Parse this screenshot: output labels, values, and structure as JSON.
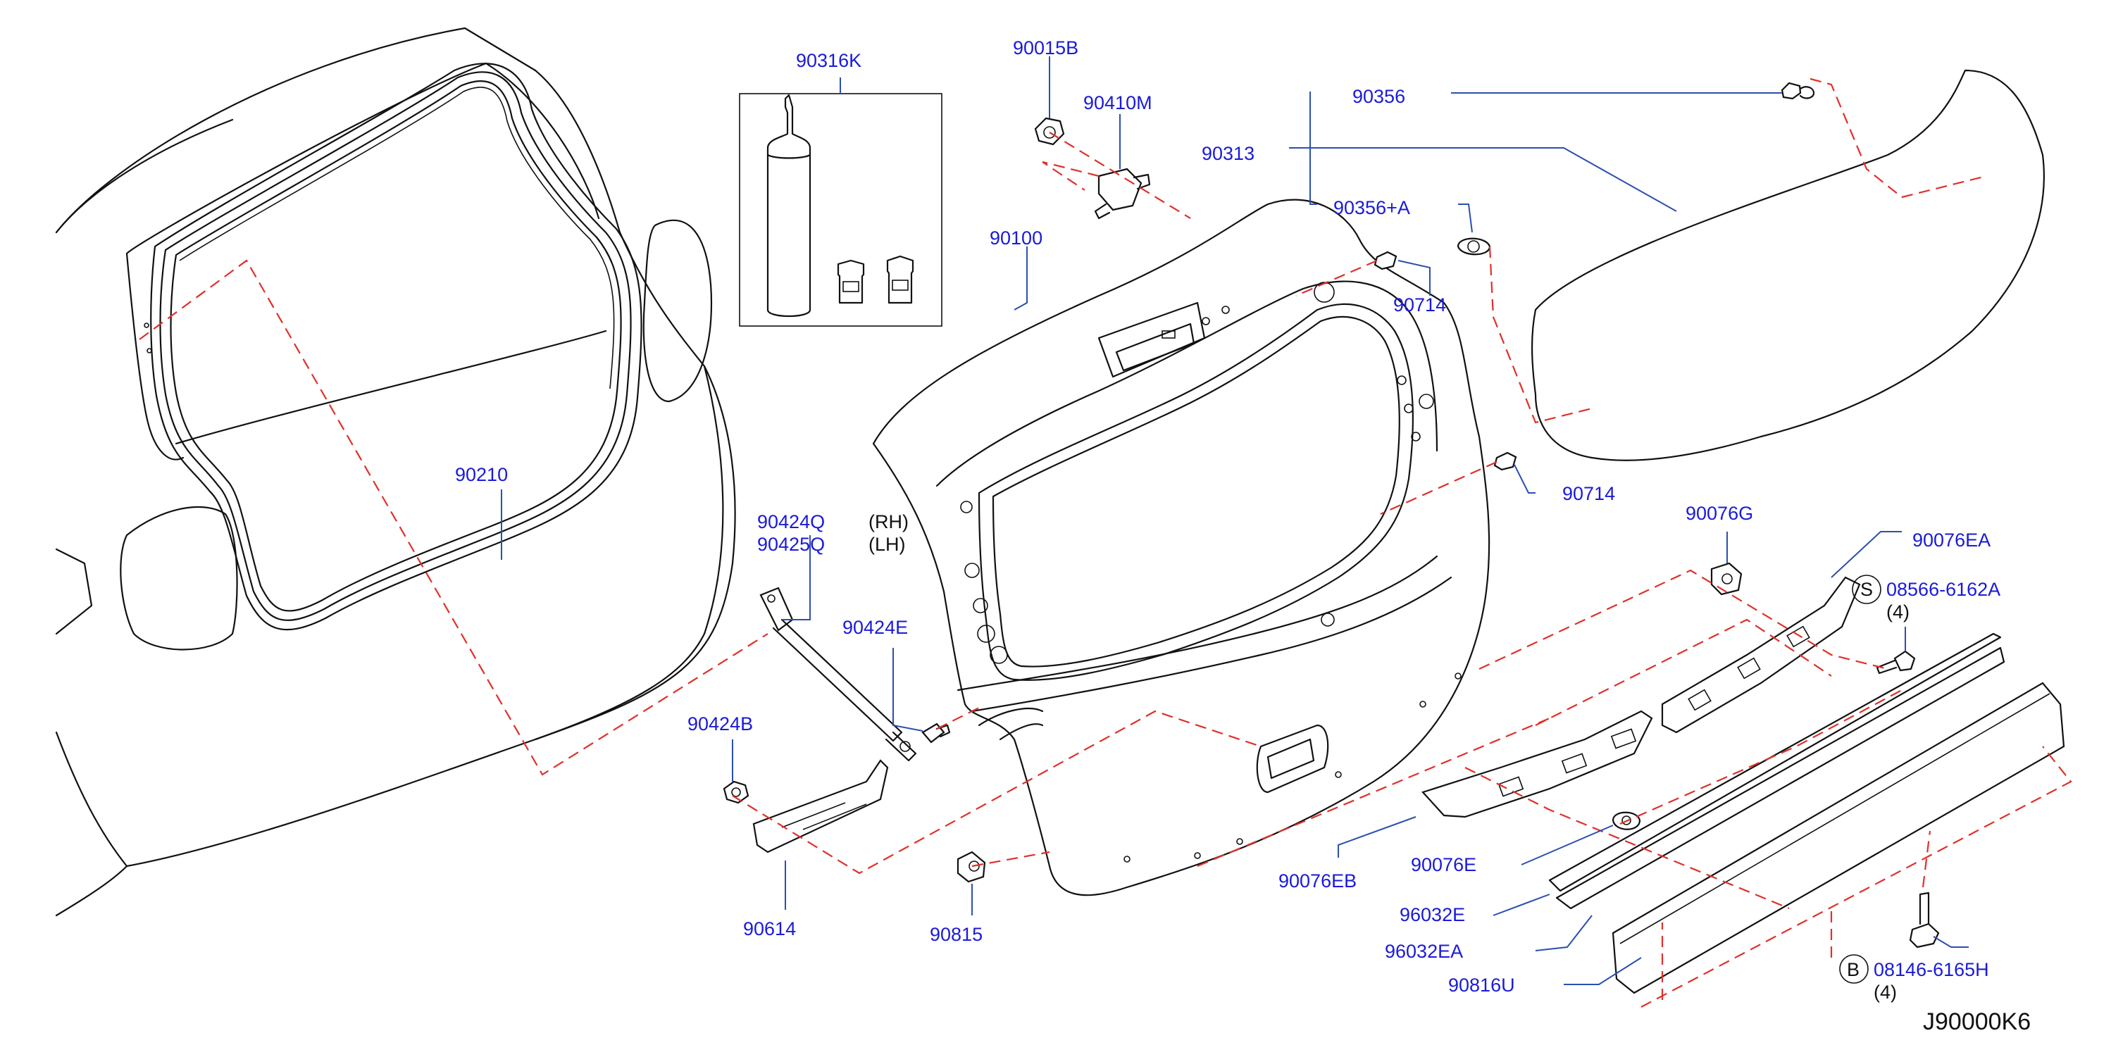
{
  "diagram_ref": "J90000K6",
  "parts": {
    "p90316K": "90316K",
    "p90015B": "90015B",
    "p90410M": "90410M",
    "p90356": "90356",
    "p90313": "90313",
    "p90356A": "90356+A",
    "p90100": "90100",
    "p90714a": "90714",
    "p90714b": "90714",
    "p90210": "90210",
    "p90424Q": "90424Q",
    "p90425Q": "90425Q",
    "rh": "(RH)",
    "lh": "(LH)",
    "p90424E": "90424E",
    "p90424B": "90424B",
    "p90614": "90614",
    "p90815": "90815",
    "p90076G": "90076G",
    "p90076EA": "90076EA",
    "p08566": "08566-6162A",
    "qty1": "(4)",
    "badgeS": "S",
    "p90076E": "90076E",
    "p90076EB": "90076EB",
    "p96032E": "96032E",
    "p96032EA": "96032EA",
    "p90816U": "90816U",
    "p08146": "08146-6165H",
    "qty2": "(4)",
    "badgeB": "B"
  }
}
